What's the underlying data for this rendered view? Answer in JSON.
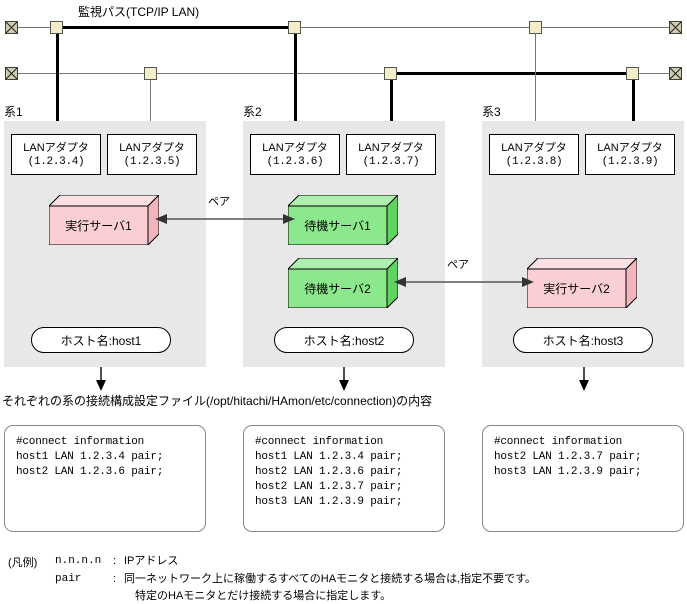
{
  "diagram": {
    "bus_title": "監視パス(TCP/IP LAN)",
    "caption": "それぞれの系の接続構成設定ファイル(/opt/hitachi/HAmon/etc/connection)の内容",
    "pair_label_1": "ペア",
    "pair_label_2": "ペア"
  },
  "colors": {
    "panel_bg": "#e8e8e8",
    "tap_fill": "#f2efc8",
    "terminator_fill": "#cfcbb4",
    "active_server_fill": "#f9cfd3",
    "active_server_top": "#fbe0e3",
    "active_server_side": "#f0b6bc",
    "standby_server_fill": "#8ce88c",
    "standby_server_top": "#aef0ae",
    "standby_server_side": "#5fd45f",
    "wire_thin": "#777777",
    "wire_thick": "#000000"
  },
  "systems": [
    {
      "label": "系1",
      "adapters": [
        {
          "name": "LANアダプタ",
          "ip": "(1.2.3.4)"
        },
        {
          "name": "LANアダプタ",
          "ip": "(1.2.3.5)"
        }
      ],
      "servers": [
        {
          "label": "実行サーバ1",
          "role": "active"
        }
      ],
      "hostname": "ホスト名:host1"
    },
    {
      "label": "系2",
      "adapters": [
        {
          "name": "LANアダプタ",
          "ip": "(1.2.3.6)"
        },
        {
          "name": "LANアダプタ",
          "ip": "(1.2.3.7)"
        }
      ],
      "servers": [
        {
          "label": "待機サーバ1",
          "role": "standby"
        },
        {
          "label": "待機サーバ2",
          "role": "standby"
        }
      ],
      "hostname": "ホスト名:host2"
    },
    {
      "label": "系3",
      "adapters": [
        {
          "name": "LANアダプタ",
          "ip": "(1.2.3.8)"
        },
        {
          "name": "LANアダプタ",
          "ip": "(1.2.3.9)"
        }
      ],
      "servers": [
        {
          "label": "実行サーバ2",
          "role": "active"
        }
      ],
      "hostname": "ホスト名:host3"
    }
  ],
  "config_files": [
    {
      "lines": [
        "#connect information",
        "host1 LAN 1.2.3.4 pair;",
        "host2 LAN 1.2.3.6 pair;",
        "",
        ""
      ]
    },
    {
      "lines": [
        "#connect information",
        "host1 LAN 1.2.3.4 pair;",
        "host2 LAN 1.2.3.6 pair;",
        "host2 LAN 1.2.3.7 pair;",
        "host3 LAN 1.2.3.9 pair;"
      ]
    },
    {
      "lines": [
        "#connect information",
        "host2 LAN 1.2.3.7 pair;",
        "host3 LAN 1.2.3.9 pair;",
        "",
        ""
      ]
    }
  ],
  "legend": {
    "title": "(凡例)",
    "entries": [
      {
        "term": "n.n.n.n",
        "sep": ":",
        "desc_lines": [
          "IPアドレス"
        ]
      },
      {
        "term": "pair",
        "sep": ":",
        "desc_lines": [
          "同一ネットワーク上に稼働するすべてのHAモニタと接続する場合は,指定不要です。",
          "特定のHAモニタとだけ接続する場合に指定します。"
        ]
      }
    ]
  }
}
